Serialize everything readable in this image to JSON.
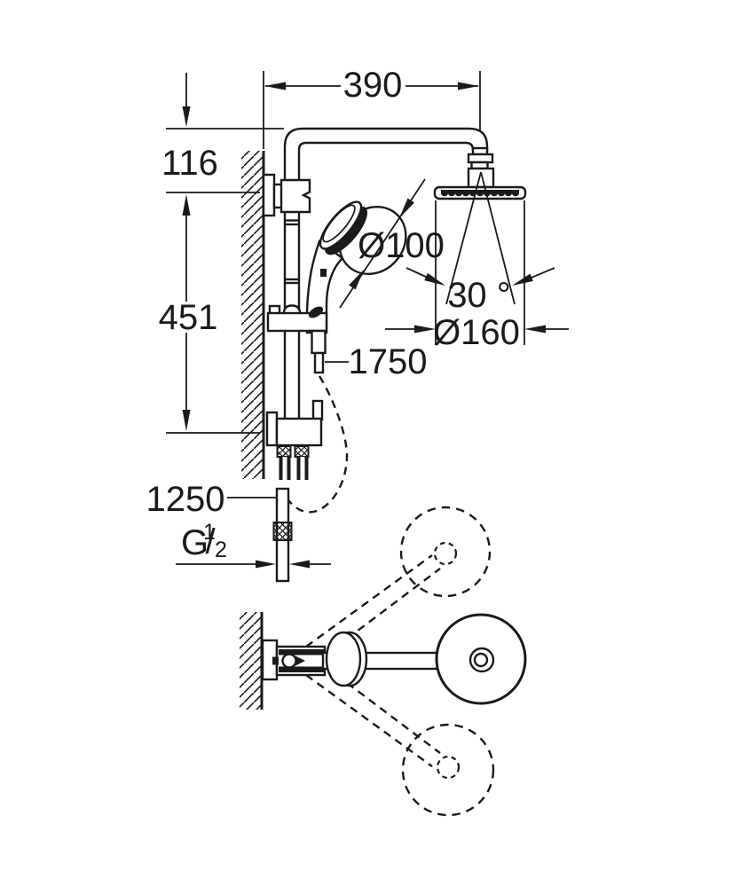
{
  "dimensions": {
    "top_width": "390",
    "top_offset": "116",
    "rail_span": "451",
    "hand_shower_diameter": "Ø100",
    "spray_angle": "30 °",
    "head_shower_diameter": "Ø160",
    "hose_length": "1750",
    "connection_height": "1250",
    "thread": {
      "letter": "G",
      "numerator": "1",
      "slash": "/",
      "denominator": "2"
    }
  }
}
